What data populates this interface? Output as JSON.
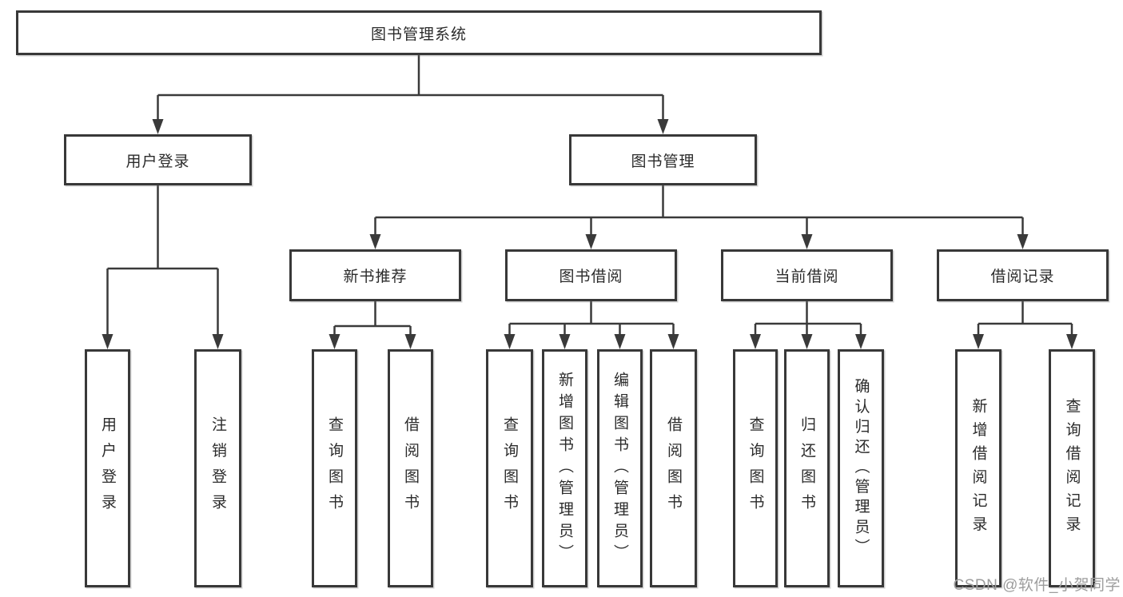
{
  "tree": {
    "label": "图书管理系统",
    "children": [
      {
        "label": "用户登录",
        "children": [
          {
            "label": "用户登录"
          },
          {
            "label": "注销登录"
          }
        ]
      },
      {
        "label": "图书管理",
        "children": [
          {
            "label": "新书推荐",
            "children": [
              {
                "label": "查询图书"
              },
              {
                "label": "借阅图书"
              }
            ]
          },
          {
            "label": "图书借阅",
            "children": [
              {
                "label": "查询图书"
              },
              {
                "label": "新增图书（管理员）"
              },
              {
                "label": "编辑图书（管理员）"
              },
              {
                "label": "借阅图书"
              }
            ]
          },
          {
            "label": "当前借阅",
            "children": [
              {
                "label": "查询图书"
              },
              {
                "label": "归还图书"
              },
              {
                "label": "确认归还（管理员）"
              }
            ]
          },
          {
            "label": "借阅记录",
            "children": [
              {
                "label": "新增借阅记录"
              },
              {
                "label": "查询借阅记录"
              }
            ]
          }
        ]
      }
    ]
  },
  "watermark": "CSDN @软件_小贺同学",
  "colors": {
    "line": "#3a3a3a",
    "box_border": "#383838",
    "box_fill": "#ffffff",
    "text": "#2b2b2b",
    "watermark": "#9d9d9d",
    "background": "#ffffff"
  }
}
